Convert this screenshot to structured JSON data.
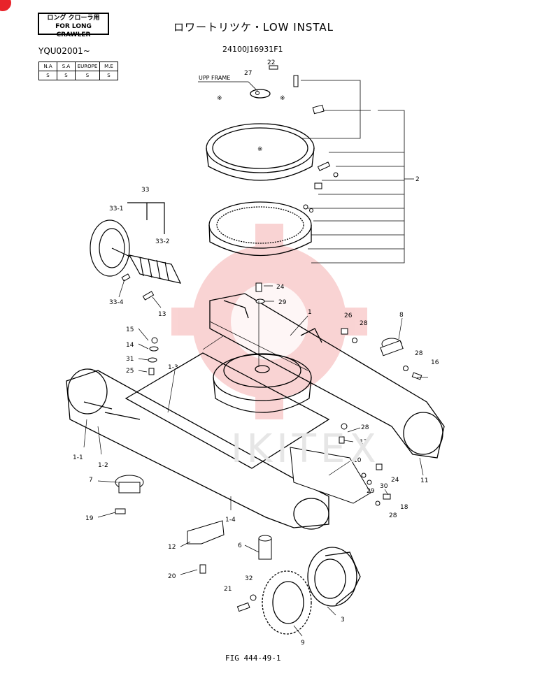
{
  "header": {
    "tag_line1": "ロング クローラ用",
    "tag_line2": "FOR LONG CRAWLER",
    "title": "ロワートリツケ・LOW INSTAL",
    "serial": "YQU02001~",
    "part_number": "24100J16931F1"
  },
  "region_table": {
    "headers": [
      "N.A",
      "S.A",
      "EUROPE",
      "M.E"
    ],
    "values": [
      "S",
      "S",
      "S",
      "S"
    ]
  },
  "labels": {
    "upp_frame": "UPP FRAME",
    "asterisk": "※"
  },
  "callouts": [
    "22",
    "27",
    "2",
    "33",
    "33-1",
    "33-2",
    "33-4",
    "13",
    "24",
    "29",
    "1",
    "26",
    "28",
    "8",
    "28",
    "16",
    "15",
    "14",
    "31",
    "25",
    "1-3",
    "28",
    "17",
    "1-1",
    "1-2",
    "7",
    "19",
    "1-4",
    "10",
    "24",
    "30",
    "29",
    "18",
    "28",
    "11",
    "12",
    "6",
    "20",
    "21",
    "32",
    "3",
    "9"
  ],
  "watermark": "IKITEX",
  "figure_caption": "FIG 444-49-1"
}
